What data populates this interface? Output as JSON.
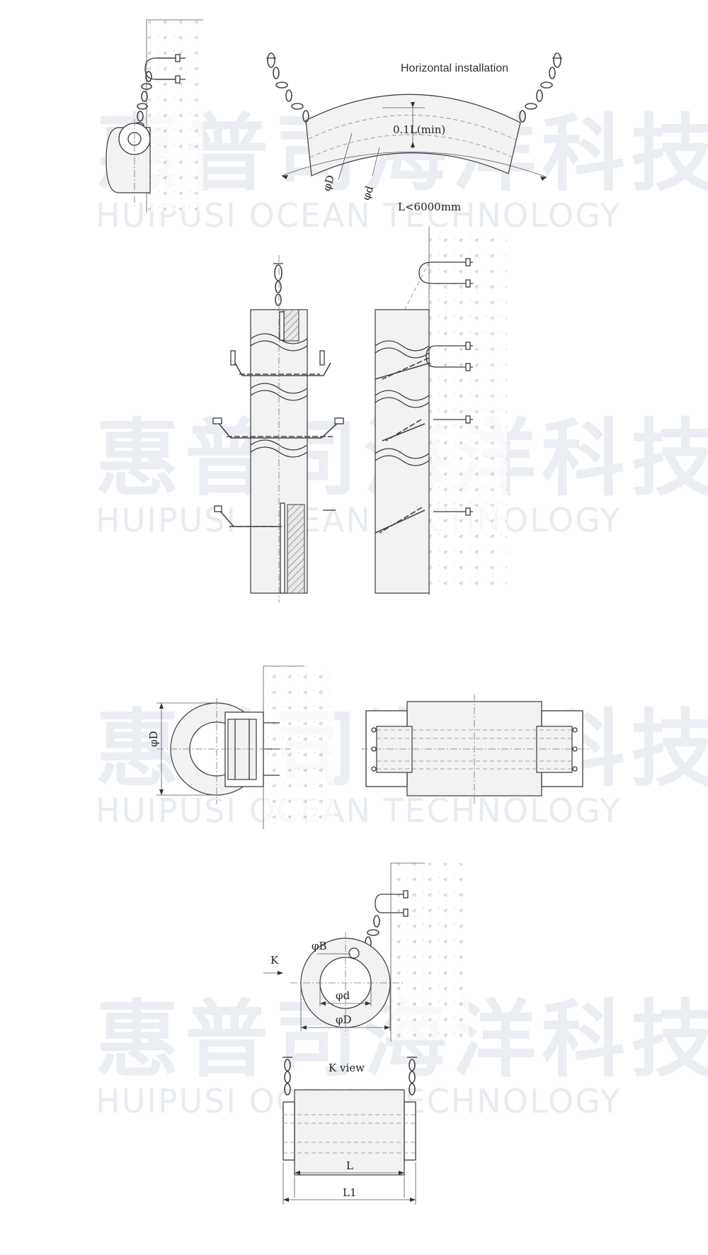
{
  "labels": {
    "horizontal_installation": "Horizontal installation",
    "min_clearance": "0.1L(min)",
    "phi_D": "φD",
    "phi_d": "φd",
    "length_limit": "L<6000mm",
    "phi_D_side": "φD",
    "phi_B": "φB",
    "phi_d_end": "φd",
    "phi_D_end": "φD",
    "k_arrow": "K",
    "k_view": "K view",
    "L": "L",
    "L1": "L1"
  },
  "watermark": {
    "cn": "惠普司海洋科技",
    "en": "HUIPUSI OCEAN TECHNOLOGY"
  }
}
